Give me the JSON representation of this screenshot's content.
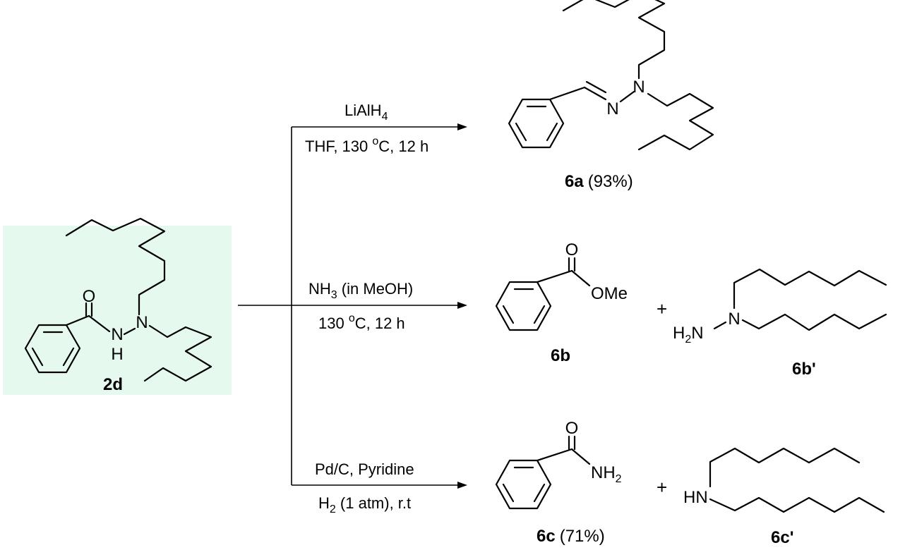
{
  "highlight_color": "#e6f9ef",
  "reagents": {
    "a": {
      "line1": "LiAlH",
      "line1_sub": "4",
      "line2_a": "THF,  130 ",
      "line2_sup": "o",
      "line2_b": "C, 12 h"
    },
    "b": {
      "line1_a": "NH",
      "line1_sub": "3",
      "line1_b": " (in MeOH)",
      "line2_a": "130 ",
      "line2_sup": "o",
      "line2_b": "C, 12 h"
    },
    "c": {
      "line1": "Pd/C, Pyridine",
      "line2_a": "H",
      "line2_sub": "2",
      "line2_b": " (1 atm), r.t"
    }
  },
  "atoms": {
    "O": "O",
    "N": "N",
    "H": "H",
    "OMe": "OMe",
    "NH2_main": "NH",
    "NH2_sub": "2",
    "H2N_H": "H",
    "H2N_sub": "2",
    "H2N_N": "N",
    "HN": "HN"
  },
  "compounds": {
    "c2d": {
      "label": "2d"
    },
    "c6a": {
      "label": "6a",
      "yield": "(93%)"
    },
    "c6b": {
      "label": "6b"
    },
    "c6b2": {
      "label": "6b'"
    },
    "c6c": {
      "label": "6c",
      "yield": "(71%)"
    },
    "c6c2": {
      "label": "6c'"
    }
  },
  "plus": "+"
}
